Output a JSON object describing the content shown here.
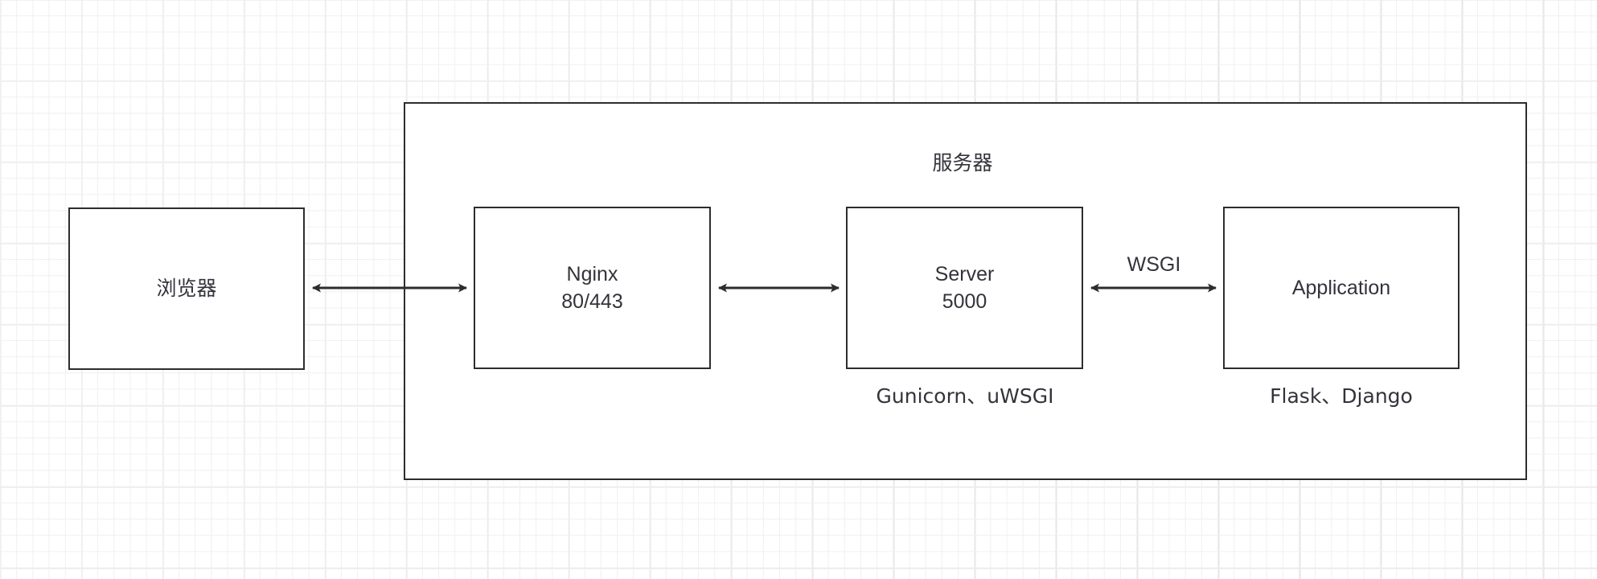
{
  "diagram": {
    "title_label": "服务器",
    "background": {
      "grid_minor_color": "#f0f0f0",
      "grid_major_color": "#e6e6e6",
      "page_color": "#ffffff"
    },
    "stroke_color": "#2d2d30",
    "text_color": "#33333a",
    "nodes": [
      {
        "id": "browser",
        "lines": [
          "浏览器"
        ]
      },
      {
        "id": "nginx",
        "lines": [
          "Nginx",
          "80/443"
        ]
      },
      {
        "id": "server",
        "lines": [
          "Server",
          "5000"
        ]
      },
      {
        "id": "application",
        "lines": [
          "Application"
        ]
      }
    ],
    "captions": {
      "server_caption": "Gunicorn、uWSGI",
      "application_caption": "Flask、Django"
    },
    "edges": [
      {
        "id": "browser-nginx",
        "label": "",
        "arrowheads": "both"
      },
      {
        "id": "nginx-server",
        "label": "",
        "arrowheads": "both"
      },
      {
        "id": "server-application",
        "label": "WSGI",
        "arrowheads": "both"
      }
    ]
  }
}
